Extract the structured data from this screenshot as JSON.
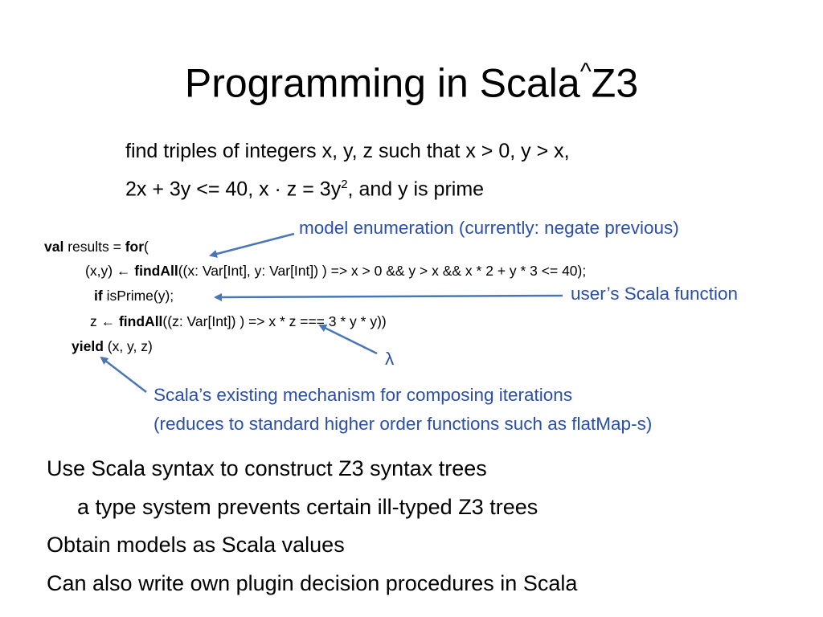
{
  "slide": {
    "title_main": "Programming in Scala",
    "title_caret": "^",
    "title_tail": "Z3"
  },
  "problem": {
    "line1": "find triples of integers x, y, z such that x > 0, y > x,",
    "line2_pre": "2x + 3y <= 40, x · z = 3y",
    "line2_sup": "2",
    "line2_post": ", and y is prime"
  },
  "code": {
    "l1_kw": "val",
    "l1_mid": " results = ",
    "l1_for": "for",
    "l1_end": "(",
    "l2_pre": "(x,y) ← ",
    "l2_fn": "findAll",
    "l2_post": "((x: Var[Int], y: Var[Int]) ) => x > 0 && y > x && x * 2 + y * 3 <= 40);",
    "l3_kw": "if",
    "l3_post": " isPrime(y);",
    "l4_pre": "z ← ",
    "l4_fn": "findAll",
    "l4_post": "((z: Var[Int]) ) => x * z === 3 * y * y))",
    "l5_kw": "yield",
    "l5_post": " (x, y, z)"
  },
  "annotations": {
    "model_enum": "model enumeration (currently: negate previous)",
    "user_fn": "user’s Scala function",
    "lambda": "λ",
    "mechanism_1": "Scala’s existing mechanism for composing iterations",
    "mechanism_2": "(reduces to standard higher order functions such as flatMap-s)"
  },
  "bullets": [
    "Use Scala syntax to construct Z3 syntax trees",
    "a type system prevents certain ill-typed Z3 trees",
    "Obtain models as Scala values",
    "Can also  write own plugin decision procedures in Scala"
  ],
  "colors": {
    "annotation_text": "#2b4fa8",
    "arrow": "#4a76b5"
  },
  "icons": {
    "arrow": "arrow-icon"
  }
}
